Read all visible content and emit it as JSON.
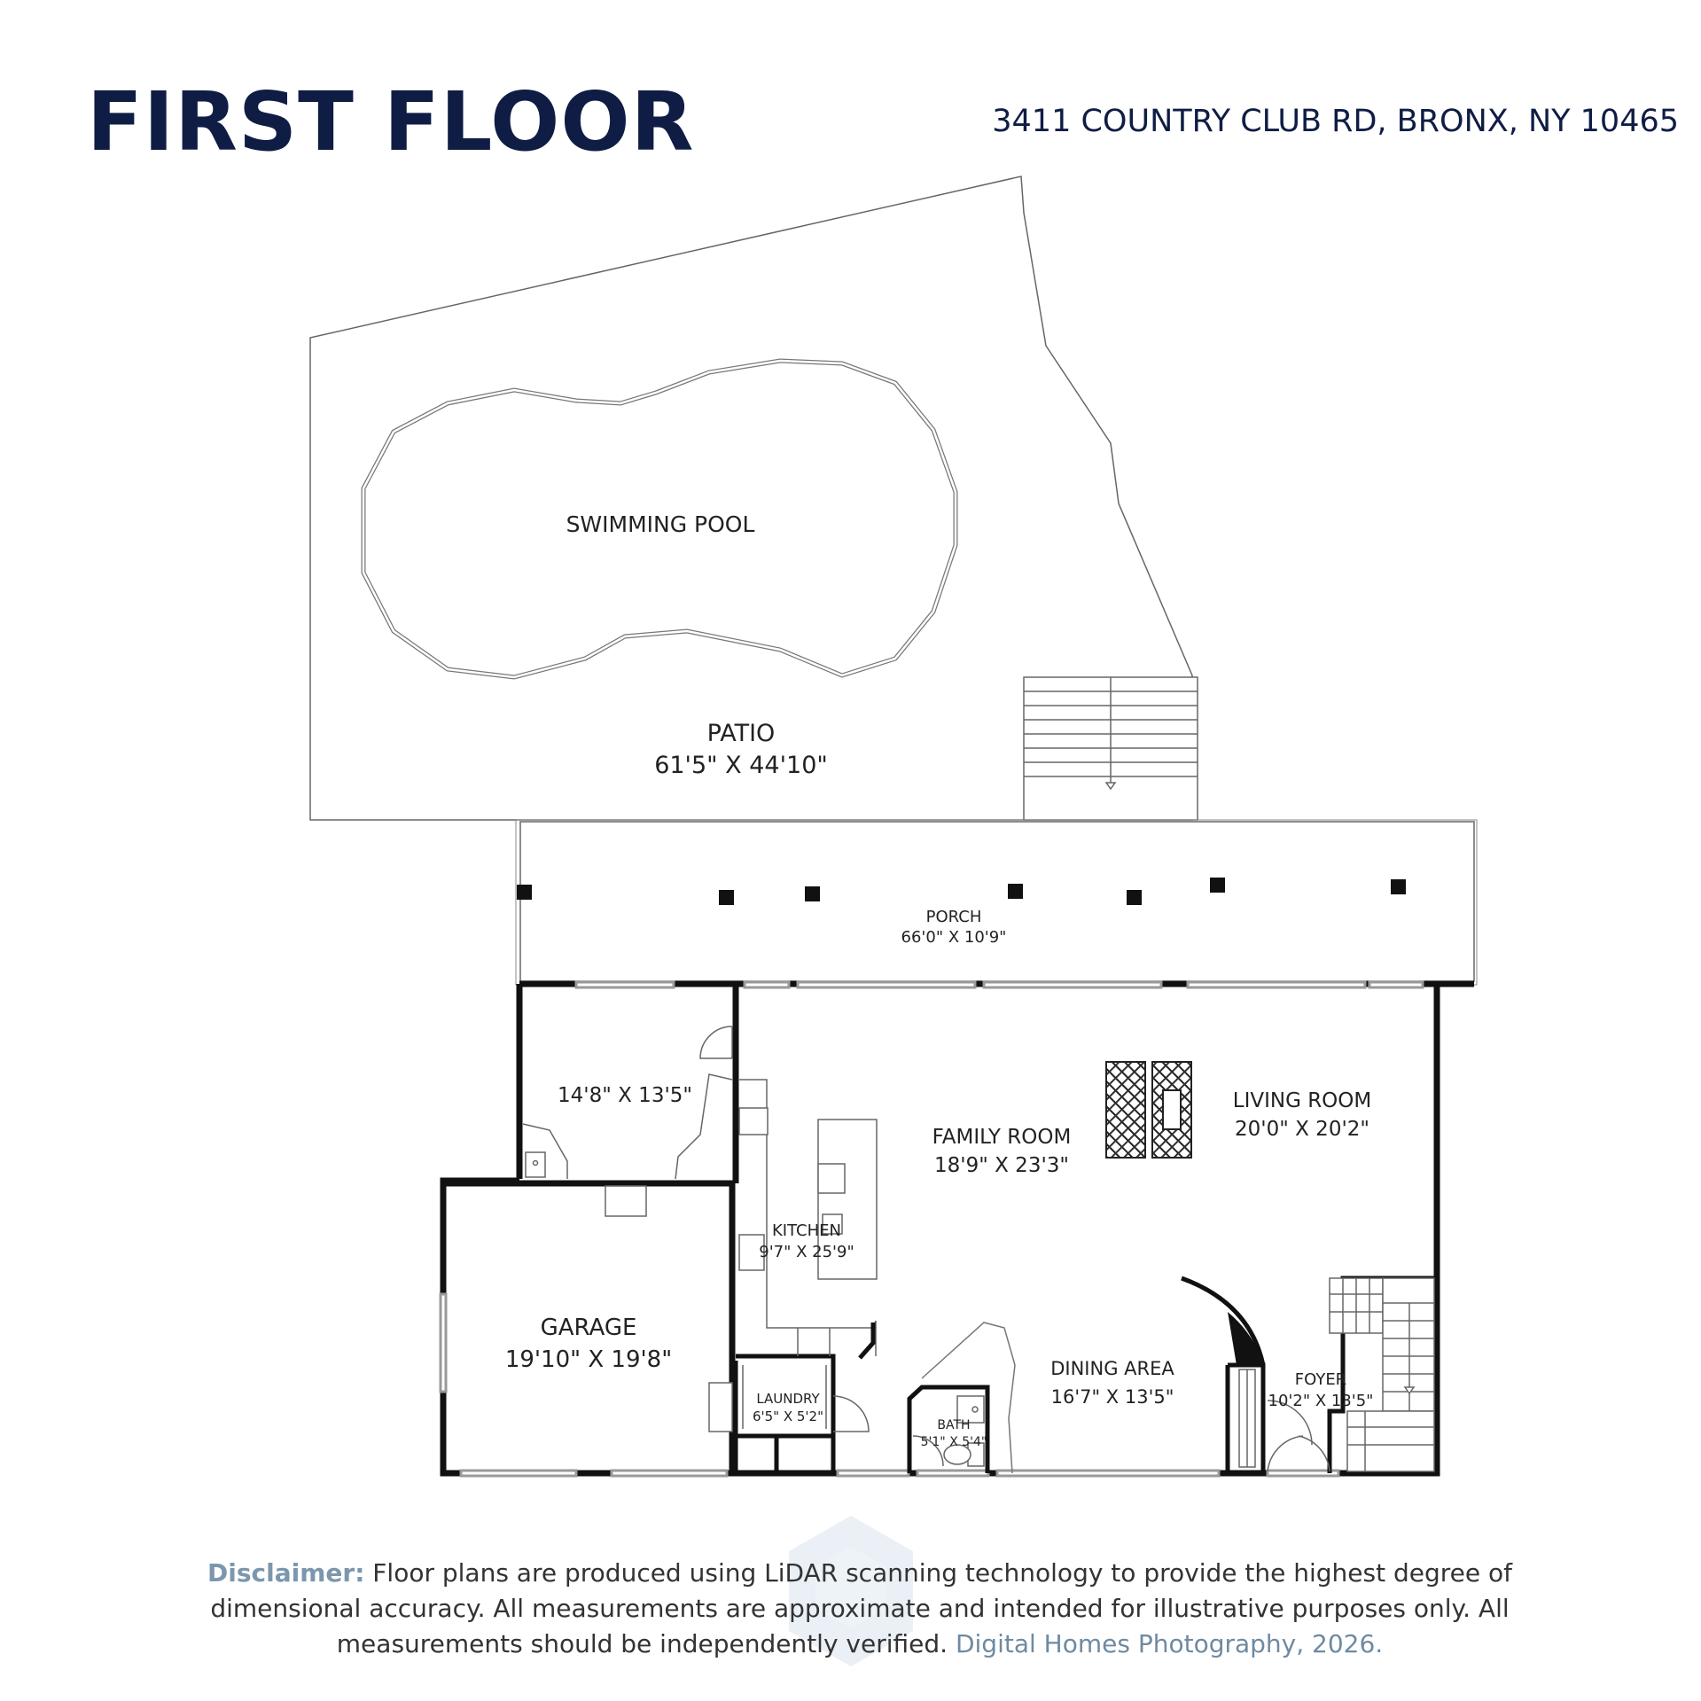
{
  "header": {
    "title": "FIRST FLOOR",
    "address": "3411 COUNTRY CLUB RD, BRONX, NY 10465"
  },
  "rooms": {
    "pool": {
      "name": "SWIMMING POOL"
    },
    "patio": {
      "name": "PATIO",
      "dims": "61'5\" X 44'10\""
    },
    "porch": {
      "name": "PORCH",
      "dims": "66'0\" X 10'9\""
    },
    "unnamed": {
      "dims": "14'8\" X 13'5\""
    },
    "family": {
      "name": "FAMILY ROOM",
      "dims": "18'9\" X 23'3\""
    },
    "living": {
      "name": "LIVING ROOM",
      "dims": "20'0\" X 20'2\""
    },
    "kitchen": {
      "name": "KITCHEN",
      "dims": "9'7\" X 25'9\""
    },
    "garage": {
      "name": "GARAGE",
      "dims": "19'10\" X 19'8\""
    },
    "laundry": {
      "name": "LAUNDRY",
      "dims": "6'5\" X 5'2\""
    },
    "bath": {
      "name": "BATH",
      "dims": "5'1\" X 5'4\""
    },
    "dining": {
      "name": "DINING AREA",
      "dims": "16'7\" X 13'5\""
    },
    "foyer": {
      "name": "FOYER",
      "dims": "10'2\" X 13'5\""
    }
  },
  "footer": {
    "lead": "Disclaimer:",
    "body": " Floor plans are produced using LiDAR scanning technology to provide the highest degree of dimensional accuracy. All measurements are approximate and intended for illustrative purposes only. All measurements should be independently verified. ",
    "credit": "Digital Homes Photography, 2026."
  },
  "colors": {
    "title": "#0f1d45",
    "disclaimer_lead": "#7c97ad",
    "wall": "#111111",
    "outline": "#555555"
  }
}
